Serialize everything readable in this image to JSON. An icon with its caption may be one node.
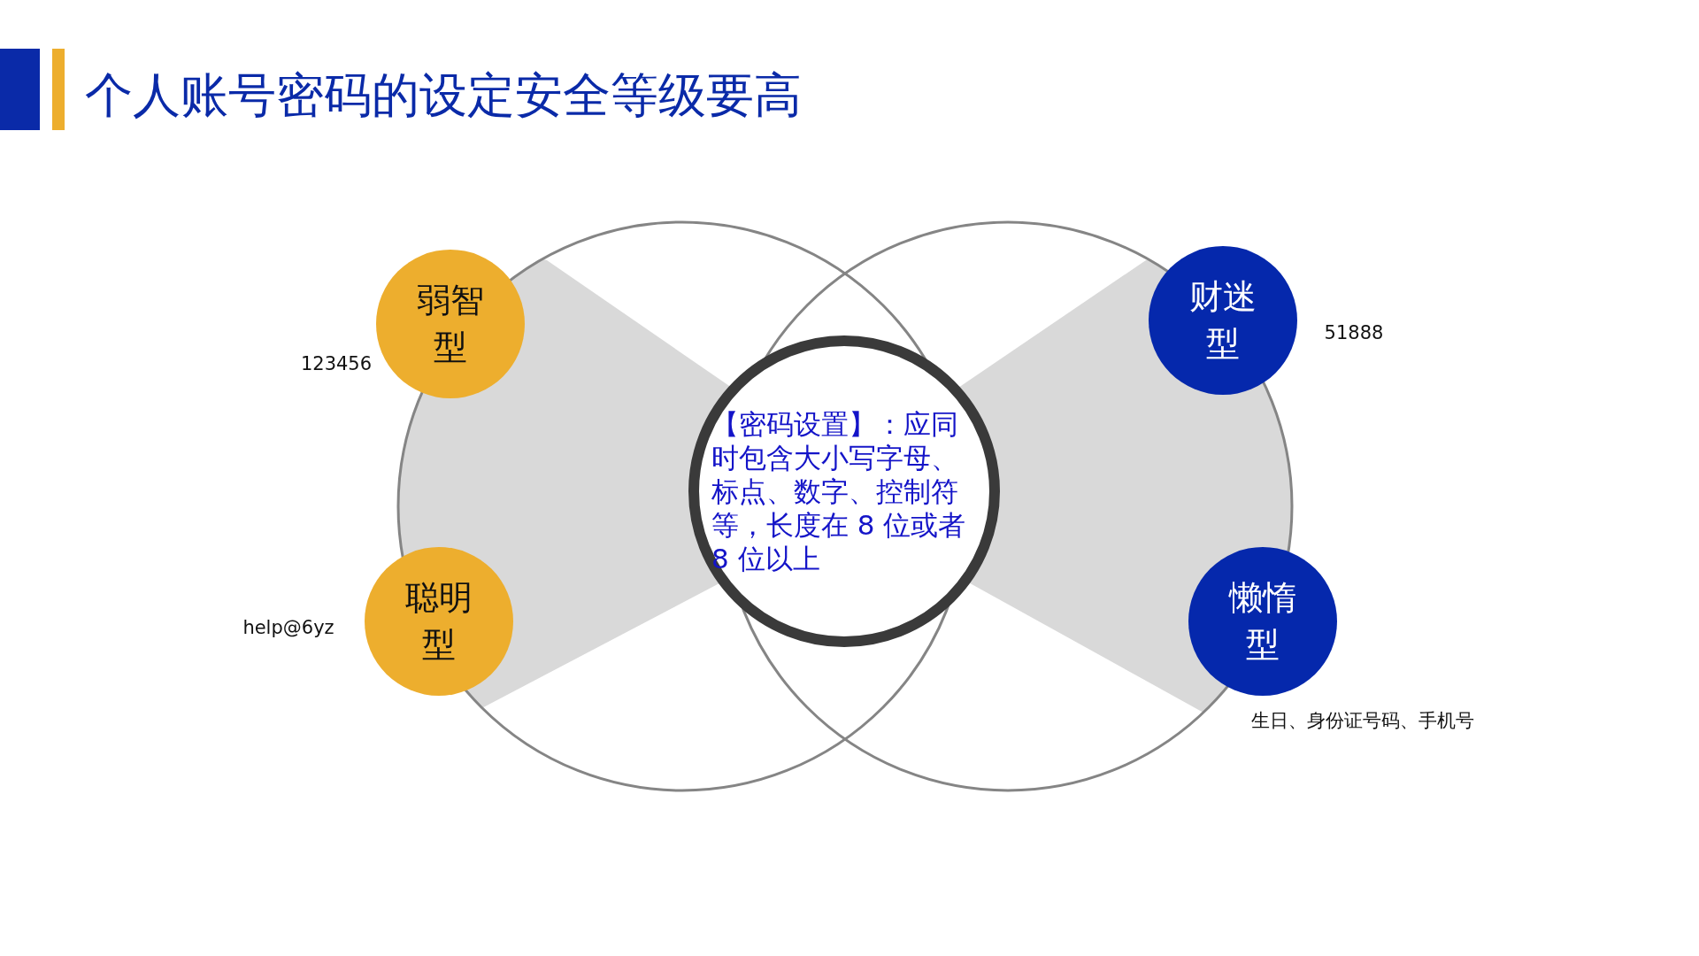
{
  "diagram": {
    "title": "个人账号密码的设定安全等级要高",
    "nodes": [
      {
        "text": [
          "【密码设置】：应同时包含大小写字母、标点、数字、控制符等，长度在 8 位或者 8 位以上"
        ]
      },
      {
        "text": [
          "弱智型"
        ],
        "beside": [
          "123456"
        ]
      },
      {
        "text": [
          "聪明型"
        ],
        "beside": [
          "help@6yz"
        ]
      },
      {
        "text": [
          "财迷型"
        ],
        "beside": [
          "51888"
        ]
      },
      {
        "text": [
          "懒惰型"
        ],
        "beside": [
          "生日、身份证号码、手机号"
        ]
      }
    ]
  }
}
